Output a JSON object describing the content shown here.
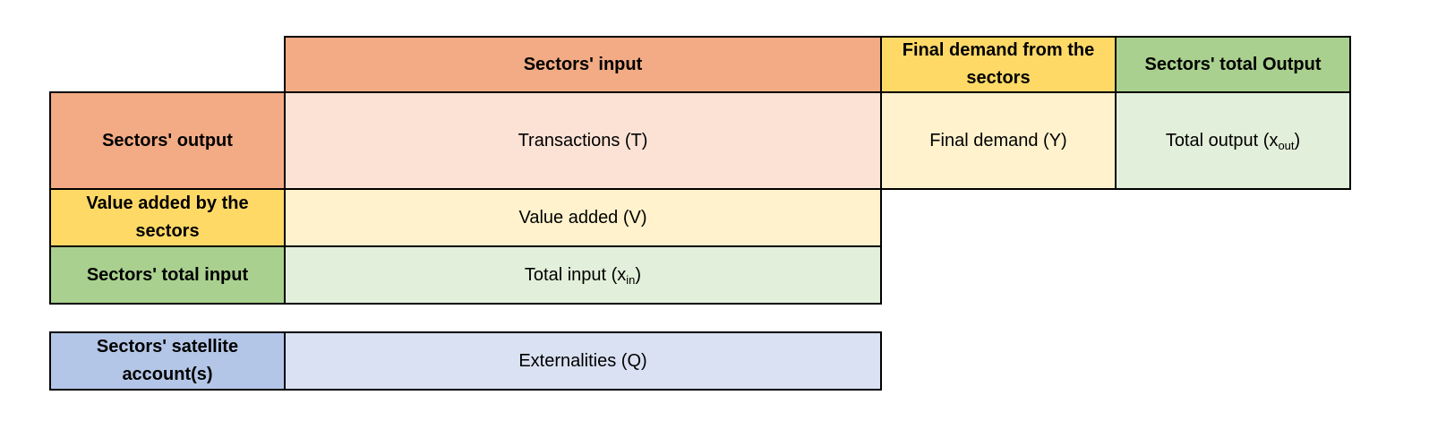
{
  "header": {
    "sectors_input": "Sectors' input",
    "final_demand_from_sectors": "Final demand from the sectors",
    "sectors_total_output": "Sectors' total Output"
  },
  "rows": {
    "sectors_output": {
      "label": "Sectors' output",
      "transactions": "Transactions (T)",
      "final_demand": "Final demand (Y)",
      "total_output_prefix": "Total output (x",
      "total_output_sub": "out",
      "total_output_suffix": ")"
    },
    "value_added": {
      "label": "Value added by the sectors",
      "cell": "Value added (V)"
    },
    "total_input": {
      "label": "Sectors' total input",
      "cell_prefix": "Total input (x",
      "cell_sub": "in",
      "cell_suffix": ")"
    },
    "satellite": {
      "label": "Sectors' satellite account(s)",
      "cell": "Externalities (Q)"
    }
  },
  "colors": {
    "orange_dark": "#f2ab84",
    "orange_light": "#fbe2d5",
    "yellow_dark": "#ffd966",
    "yellow_light": "#fff2cc",
    "green_dark": "#a9d08e",
    "green_light": "#e2efda",
    "blue_dark": "#b4c6e7",
    "blue_light": "#d9e1f2"
  }
}
